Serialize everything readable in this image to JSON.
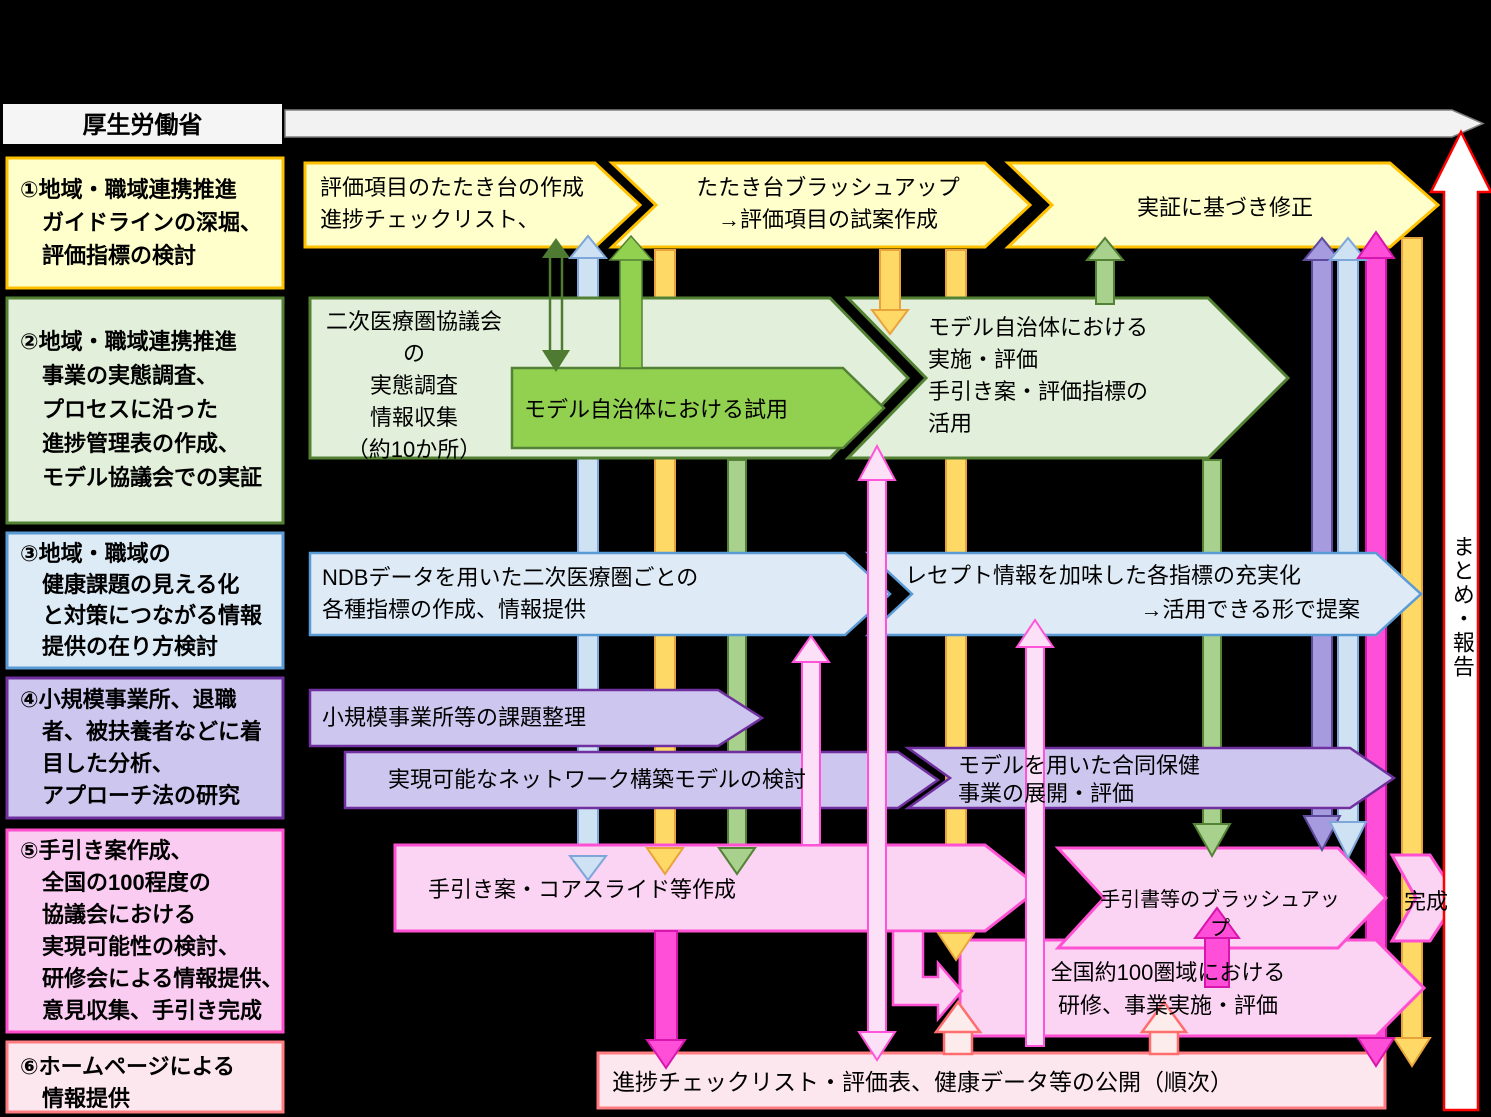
{
  "header": {
    "ministry": "厚生労働省"
  },
  "left_boxes": [
    {
      "text": "①地域・職域連携推進\nガイドラインの深堀、\n評価指標の検討"
    },
    {
      "text": "②地域・職域連携推進\n事業の実態調査、\nプロセスに沿った\n進捗管理表の作成、\nモデル協議会での実証"
    },
    {
      "text": "③地域・職域の\n健康課題の見える化\nと対策につながる情報\n提供の在り方検討"
    },
    {
      "text": "④小規模事業所、退職\n者、被扶養者などに着\n目した分析、\nアプローチ法の研究"
    },
    {
      "text": "⑤手引き案作成、\n全国の100程度の\n協議会における\n実現可能性の検討、\n研修会による情報提供、\n意見収集、手引き完成"
    },
    {
      "text": "⑥ホームページによる\n情報提供"
    }
  ],
  "rows": {
    "r1": {
      "a1": "評価項目のたたき台の作成\n進捗チェックリスト、",
      "a2": "たたき台ブラッシュアップ\n→評価項目の試案作成",
      "a3": "実証に基づき修正"
    },
    "r2": {
      "a1": "二次医療圏協議会の\n実態調査\n情報収集\n（約10か所）",
      "trial": "モデル自治体における試用",
      "a2": "モデル自治体における\n実施・評価\n手引き案・評価指標の\n活用"
    },
    "r3": {
      "a1": "NDBデータを用いた二次医療圏ごとの\n各種指標の作成、情報提供",
      "a2_line1": "レセプト情報を加味した各指標の充実化",
      "a2_line2": "→活用できる形で提案"
    },
    "r4": {
      "a1": "小規模事業所等の課題整理",
      "a2": "実現可能なネットワーク構築モデルの検討",
      "a3": "モデルを用いた合同保健\n事業の展開・評価"
    },
    "r5": {
      "a1": "手引き案・コアスライド等作成",
      "a2": "手引書等のブラッシュアップ",
      "done": "完成",
      "a3": "全国約100圏域における\n研修、事業実施・評価"
    },
    "r6": {
      "publish": "進捗チェックリスト・評価表、健康データ等の公開（順次）"
    }
  },
  "right": {
    "summary": "まとめ・報告"
  },
  "colors": {
    "background": "#000000",
    "yellow_fill": "#FFFFCC",
    "yellow_border": "#FFC000",
    "green_fill": "#E2EFDA",
    "green_border": "#548235",
    "lime_fill": "#92D050",
    "blue_fill": "#DEEAF6",
    "blue_border": "#5B9BD5",
    "purple_fill": "#CDC6EF",
    "purple_border": "#7030A0",
    "pink_fill": "#FBD3F3",
    "pink_border": "#FF4FD2",
    "rose_fill": "#FDE7EF",
    "rose_border": "#FF7C80",
    "summary_border": "#FF0000",
    "band_orange": "#FFD966",
    "band_lightblue": "#CFE2F3",
    "band_green": "#A9D18E",
    "band_magenta": "#FF4FD8",
    "band_purple": "#A79BE0",
    "band_darkgreen": "#4F7A31",
    "timeline_fill": "#F2F2F2"
  }
}
